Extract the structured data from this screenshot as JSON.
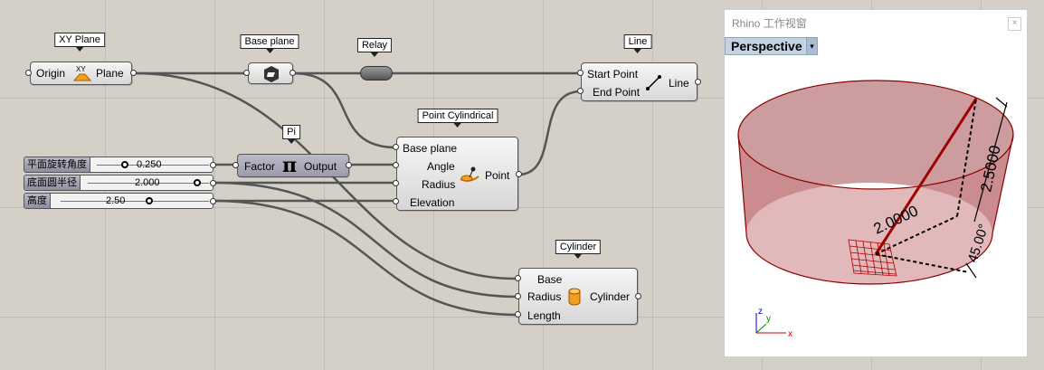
{
  "components": {
    "xy_plane": {
      "tag": "XY Plane",
      "input": "Origin",
      "output": "Plane",
      "icon_text": "XY"
    },
    "base_plane": {
      "tag": "Base plane"
    },
    "relay": {
      "tag": "Relay"
    },
    "line": {
      "tag": "Line",
      "inputs": [
        "Start Point",
        "End Point"
      ],
      "output": "Line"
    },
    "pi": {
      "tag": "Pi",
      "input": "Factor",
      "output": "Output",
      "symbol": "π"
    },
    "point_cylindrical": {
      "tag": "Point Cylindrical",
      "inputs": [
        "Base plane",
        "Angle",
        "Radius",
        "Elevation"
      ],
      "output": "Point"
    },
    "cylinder": {
      "tag": "Cylinder",
      "inputs": [
        "Base",
        "Radius",
        "Length"
      ],
      "output": "Cylinder"
    }
  },
  "sliders": [
    {
      "label": "平面旋转角度",
      "value": "0.250",
      "fraction": 0.25
    },
    {
      "label": "底面圆半径",
      "value": "2.000",
      "fraction": 0.9
    },
    {
      "label": "高度",
      "value": "2.50",
      "fraction": 0.6
    }
  ],
  "rhino_viewport": {
    "title": "Rhino 工作视窗",
    "close_icon": "×",
    "viewport_name": "Perspective",
    "dropdown_icon": "▾",
    "dimensions": [
      "2.0000",
      "2.5000",
      "45.00°"
    ],
    "axes": {
      "x": "x",
      "y": "y",
      "z": "z"
    },
    "colors": {
      "cylinder": "#c97f82",
      "edges": "#8b0000",
      "line": "#a00000",
      "grid": "#b00000"
    }
  }
}
